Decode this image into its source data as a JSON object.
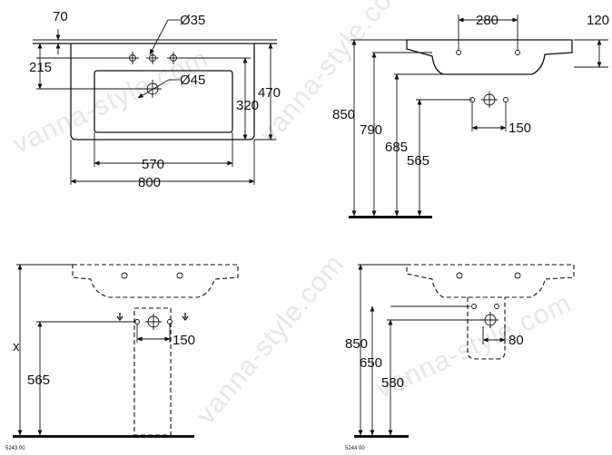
{
  "watermark": "vanna-style.com",
  "codes": {
    "left": "5243 00",
    "right": "5244 00"
  },
  "top_plan": {
    "dims": {
      "d70": "70",
      "d35": "Ø35",
      "d215": "215",
      "d45": "Ø45",
      "d320": "320",
      "d470": "470",
      "d570": "570",
      "d800": "800"
    }
  },
  "top_side": {
    "dims": {
      "d280": "280",
      "d120": "120",
      "d850": "850",
      "d790": "790",
      "d685": "685",
      "d565": "565",
      "d150": "150"
    }
  },
  "bottom_front": {
    "dims": {
      "dx": "x",
      "d565": "565",
      "d150": "150"
    }
  },
  "bottom_side": {
    "dims": {
      "d850": "850",
      "d650": "650",
      "d580": "580",
      "d80": "80"
    }
  }
}
